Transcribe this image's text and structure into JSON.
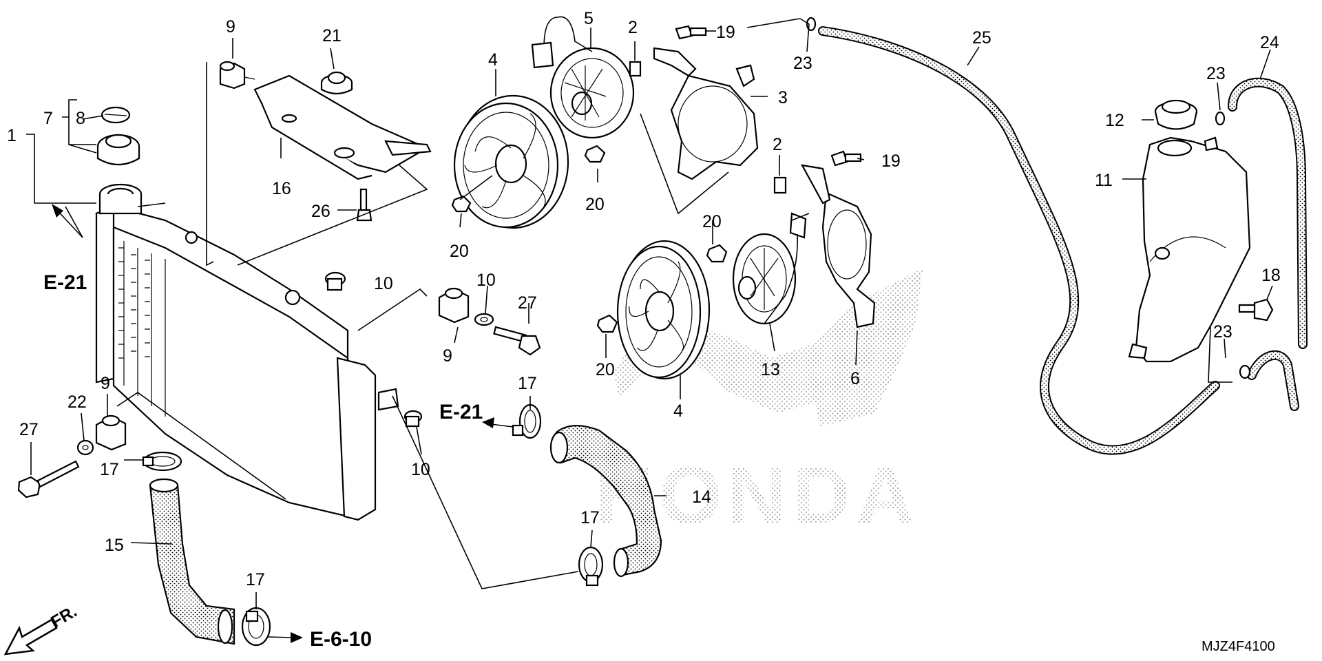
{
  "diagram": {
    "callouts": [
      {
        "id": "c1",
        "text": "1"
      },
      {
        "id": "c7",
        "text": "7"
      },
      {
        "id": "c8",
        "text": "8"
      },
      {
        "id": "c9a",
        "text": "9"
      },
      {
        "id": "c21",
        "text": "21"
      },
      {
        "id": "c16",
        "text": "16"
      },
      {
        "id": "c26",
        "text": "26"
      },
      {
        "id": "c4a",
        "text": "4"
      },
      {
        "id": "c5",
        "text": "5"
      },
      {
        "id": "c2a",
        "text": "2"
      },
      {
        "id": "c19a",
        "text": "19"
      },
      {
        "id": "c23a",
        "text": "23"
      },
      {
        "id": "c3",
        "text": "3"
      },
      {
        "id": "c20a",
        "text": "20"
      },
      {
        "id": "c20b",
        "text": "20"
      },
      {
        "id": "c2b",
        "text": "2"
      },
      {
        "id": "c19b",
        "text": "19"
      },
      {
        "id": "c25",
        "text": "25"
      },
      {
        "id": "c24",
        "text": "24"
      },
      {
        "id": "c23b",
        "text": "23"
      },
      {
        "id": "c12",
        "text": "12"
      },
      {
        "id": "c11",
        "text": "11"
      },
      {
        "id": "c18",
        "text": "18"
      },
      {
        "id": "c23c",
        "text": "23"
      },
      {
        "id": "c20c",
        "text": "20"
      },
      {
        "id": "c10a",
        "text": "10"
      },
      {
        "id": "c10b",
        "text": "10"
      },
      {
        "id": "c27a",
        "text": "27"
      },
      {
        "id": "c9b",
        "text": "9"
      },
      {
        "id": "c20d",
        "text": "20"
      },
      {
        "id": "c13",
        "text": "13"
      },
      {
        "id": "c6",
        "text": "6"
      },
      {
        "id": "c4b",
        "text": "4"
      },
      {
        "id": "c17a",
        "text": "17"
      },
      {
        "id": "c9c",
        "text": "9"
      },
      {
        "id": "c22",
        "text": "22"
      },
      {
        "id": "c27b",
        "text": "27"
      },
      {
        "id": "c17b",
        "text": "17"
      },
      {
        "id": "c10c",
        "text": "10"
      },
      {
        "id": "c14",
        "text": "14"
      },
      {
        "id": "c17c",
        "text": "17"
      },
      {
        "id": "c15",
        "text": "15"
      },
      {
        "id": "c17d",
        "text": "17"
      }
    ],
    "references": [
      {
        "id": "r1",
        "text": "E-21"
      },
      {
        "id": "r2",
        "text": "E-21"
      },
      {
        "id": "r3",
        "text": "E-6-10"
      }
    ],
    "front_label": "FR.",
    "diagram_code": "MJZ4F4100"
  }
}
